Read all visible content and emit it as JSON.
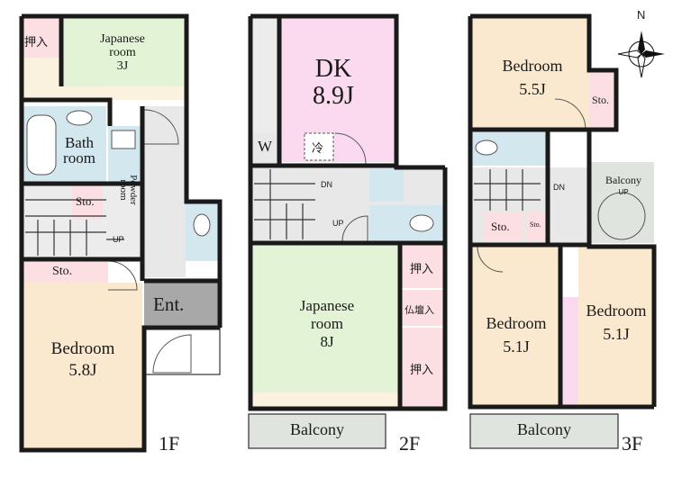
{
  "floors": {
    "f1": {
      "label": "1F",
      "rooms": {
        "japanese": [
          "Japanese",
          "room",
          "3J"
        ],
        "oshiire": "押入",
        "bath": [
          "Bath",
          "room"
        ],
        "powder": [
          "Powder",
          "room"
        ],
        "sto1": "Sto.",
        "sto2": "Sto.",
        "up": "UP",
        "entrance": "Ent.",
        "bedroom": [
          "Bedroom",
          "5.8J"
        ]
      }
    },
    "f2": {
      "label": "2F",
      "rooms": {
        "dk": [
          "DK",
          "8.9J"
        ],
        "w": "W",
        "fridge": "冷",
        "dn": "DN",
        "up": "UP",
        "japanese": [
          "Japanese",
          "room",
          "8J"
        ],
        "oshiire1": "押入",
        "butsudan": "仏壇入",
        "oshiire2": "押入",
        "balcony": "Balcony"
      }
    },
    "f3": {
      "label": "3F",
      "rooms": {
        "bedroom_a": [
          "Bedroom",
          "5.5J"
        ],
        "sto_a": "Sto.",
        "dn": "DN",
        "balcony_small": [
          "Balcony",
          "UP"
        ],
        "sto_b": "Sto.",
        "sto_c": "Sto.",
        "bedroom_b": [
          "Bedroom",
          "5.1J"
        ],
        "bedroom_c": [
          "Bedroom",
          "5.1J"
        ],
        "balcony": "Balcony"
      }
    }
  },
  "compass": {
    "north": "N"
  },
  "colors": {
    "wall": "#1a1a1a",
    "bedroom": "#fbe9cf",
    "japanese": "#e3f3d6",
    "wet": "#d3e7ee",
    "storage": "#fbdfe3",
    "kitchen": "#fbdaf0",
    "hall": "#e8e8e8",
    "balcony": "#dfe4de",
    "entrance": "#a8a8a8",
    "corridor": "#fbf1df"
  }
}
